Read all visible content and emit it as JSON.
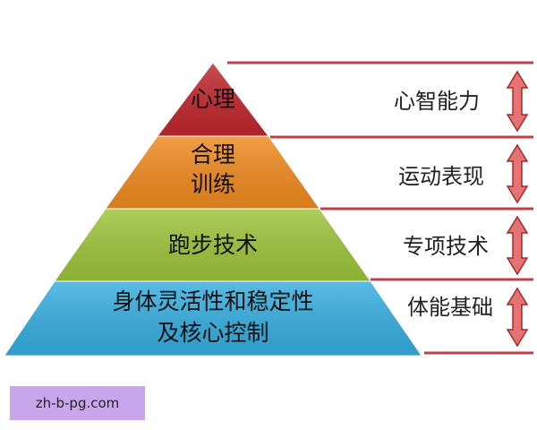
{
  "pyramid": {
    "tiers": [
      {
        "lines": [
          "心理"
        ],
        "color": "#c0272d"
      },
      {
        "lines": [
          "合理",
          "训练"
        ],
        "color": "#f08a1f"
      },
      {
        "lines": [
          "跑步技术"
        ],
        "color": "#9dc43a"
      },
      {
        "lines": [
          "身体灵活性和稳定性",
          "及核心控制"
        ],
        "color": "#36aee0"
      }
    ]
  },
  "side_labels": [
    "心智能力",
    "运动表现",
    "专项技术",
    "体能基础"
  ],
  "colors": {
    "line": "#c0404a",
    "arrow_fill": "#e57373",
    "arrow_stroke": "#a52a2a"
  },
  "watermark": {
    "text": "zh-b-pg.com"
  }
}
